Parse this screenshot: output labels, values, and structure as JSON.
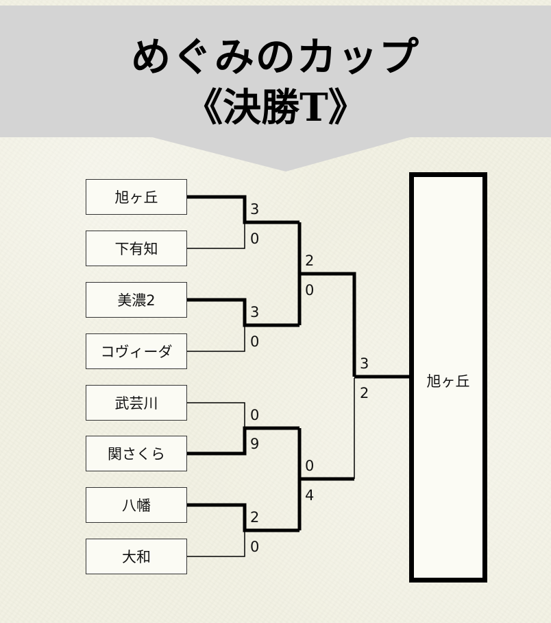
{
  "title": {
    "main": "めぐみのカップ",
    "sub": "《決勝T》"
  },
  "colors": {
    "background": "#f2f1e3",
    "banner": "#d4d4d4",
    "box_fill": "#fbfbf4",
    "line": "#000000"
  },
  "teams": [
    {
      "name": "旭ヶ丘",
      "score": "3",
      "advanced": true
    },
    {
      "name": "下有知",
      "score": "0",
      "advanced": false
    },
    {
      "name": "美濃2",
      "score": "3",
      "advanced": true
    },
    {
      "name": "コヴィーダ",
      "score": "0",
      "advanced": false
    },
    {
      "name": "武芸川",
      "score": "0",
      "advanced": false
    },
    {
      "name": "関さくら",
      "score": "9",
      "advanced": true
    },
    {
      "name": "八幡",
      "score": "2",
      "advanced": true
    },
    {
      "name": "大和",
      "score": "0",
      "advanced": false
    }
  ],
  "semifinals": [
    {
      "top_score": "2",
      "bottom_score": "0"
    },
    {
      "top_score": "0",
      "bottom_score": "4"
    }
  ],
  "final": {
    "top_score": "3",
    "bottom_score": "2"
  },
  "champion": "旭ヶ丘"
}
